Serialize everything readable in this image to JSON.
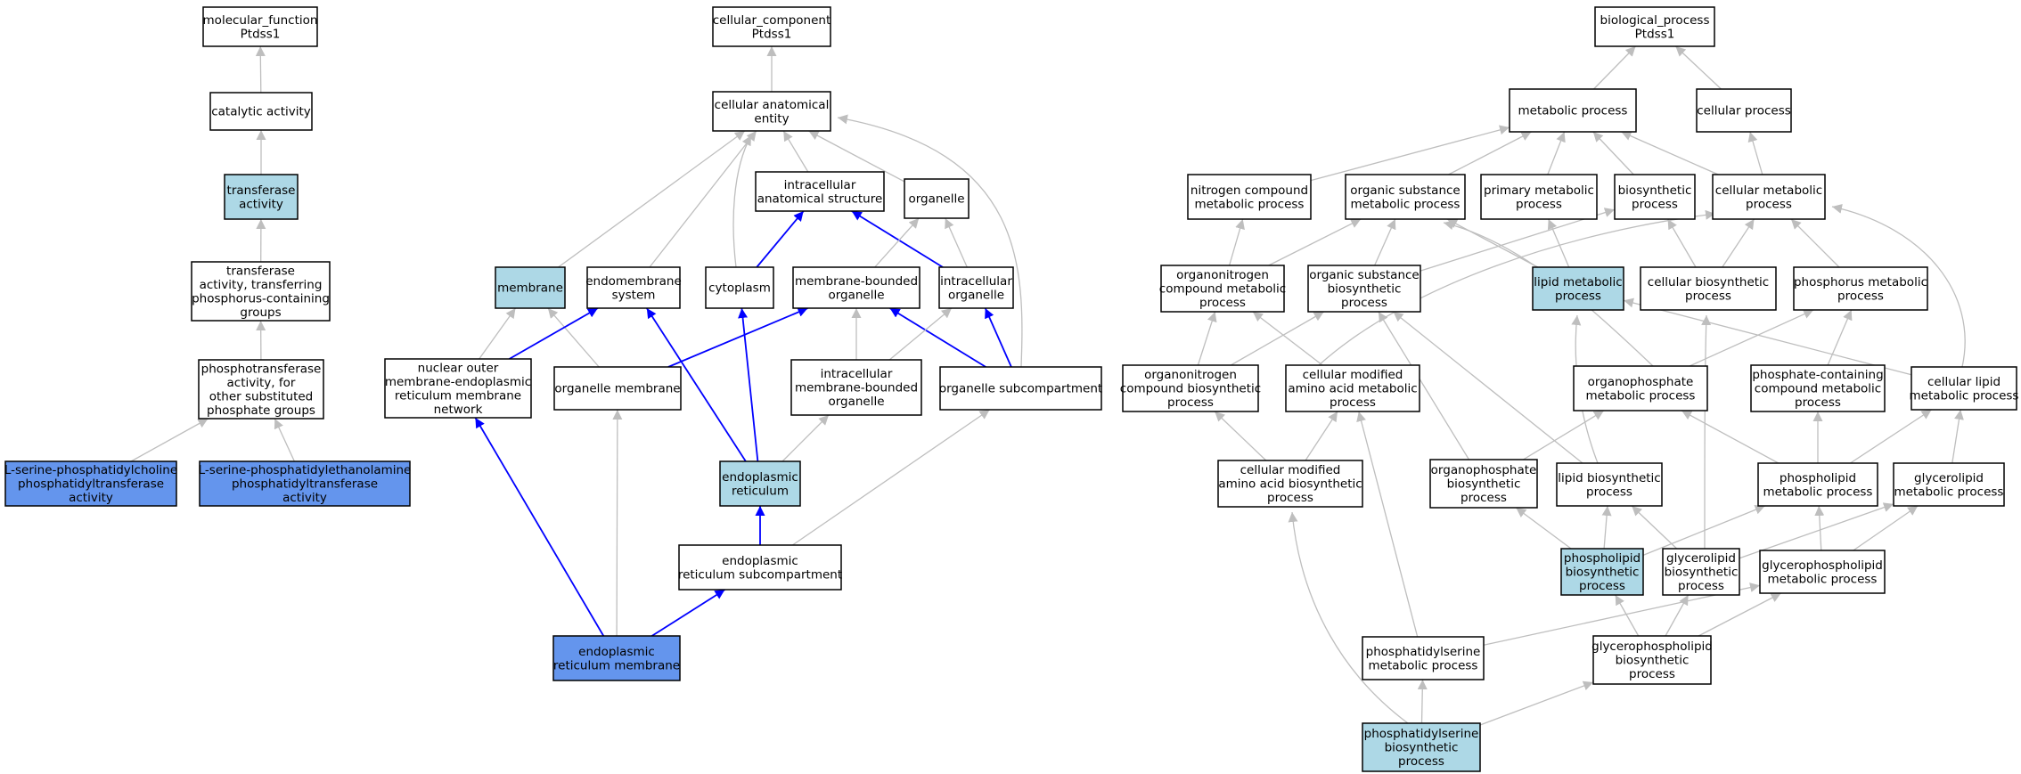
{
  "colors": {
    "default_fill": "#ffffff",
    "highlight_fill": "#add8e6",
    "annotated_fill": "#6495ed",
    "edge_grey": "#bebebe",
    "edge_blue": "#0000ff"
  },
  "nodes": {
    "mf_root": {
      "lines": [
        "molecular_function",
        "Ptdss1"
      ],
      "style": "default"
    },
    "catalytic_activity": {
      "lines": [
        "catalytic activity"
      ],
      "style": "default"
    },
    "transferase_activity": {
      "lines": [
        "transferase",
        "activity"
      ],
      "style": "highlight"
    },
    "transferase_phosphorus": {
      "lines": [
        "transferase",
        "activity, transferring",
        "phosphorus-containing",
        "groups"
      ],
      "style": "default"
    },
    "phosphotransferase": {
      "lines": [
        "phosphotransferase",
        "activity, for",
        "other substituted",
        "phosphate groups"
      ],
      "style": "default"
    },
    "ps_choline": {
      "lines": [
        "L-serine-phosphatidylcholine",
        "phosphatidyltransferase",
        "activity"
      ],
      "style": "annotated"
    },
    "ps_ethanolamine": {
      "lines": [
        "L-serine-phosphatidylethanolamine",
        "phosphatidyltransferase",
        "activity"
      ],
      "style": "annotated"
    },
    "cc_root": {
      "lines": [
        "cellular_component",
        "Ptdss1"
      ],
      "style": "default"
    },
    "cellular_anatomical_entity": {
      "lines": [
        "cellular anatomical",
        "entity"
      ],
      "style": "default"
    },
    "intracellular_anatomical_structure": {
      "lines": [
        "intracellular",
        "anatomical structure"
      ],
      "style": "default"
    },
    "organelle": {
      "lines": [
        "organelle"
      ],
      "style": "default"
    },
    "membrane": {
      "lines": [
        "membrane"
      ],
      "style": "highlight"
    },
    "endomembrane_system": {
      "lines": [
        "endomembrane",
        "system"
      ],
      "style": "default"
    },
    "cytoplasm": {
      "lines": [
        "cytoplasm"
      ],
      "style": "default"
    },
    "membrane_bounded_organelle": {
      "lines": [
        "membrane-bounded",
        "organelle"
      ],
      "style": "default"
    },
    "intracellular_organelle": {
      "lines": [
        "intracellular",
        "organelle"
      ],
      "style": "default"
    },
    "nuclear_outer_membrane_network": {
      "lines": [
        "nuclear outer",
        "membrane-endoplasmic",
        "reticulum membrane",
        "network"
      ],
      "style": "default"
    },
    "organelle_membrane": {
      "lines": [
        "organelle membrane"
      ],
      "style": "default"
    },
    "intracellular_mbo": {
      "lines": [
        "intracellular",
        "membrane-bounded",
        "organelle"
      ],
      "style": "default"
    },
    "organelle_subcompartment": {
      "lines": [
        "organelle subcompartment"
      ],
      "style": "default"
    },
    "endoplasmic_reticulum": {
      "lines": [
        "endoplasmic",
        "reticulum"
      ],
      "style": "highlight"
    },
    "er_subcompartment": {
      "lines": [
        "endoplasmic",
        "reticulum subcompartment"
      ],
      "style": "default"
    },
    "er_membrane": {
      "lines": [
        "endoplasmic",
        "reticulum membrane"
      ],
      "style": "annotated"
    },
    "bp_root": {
      "lines": [
        "biological_process",
        "Ptdss1"
      ],
      "style": "default"
    },
    "metabolic_process": {
      "lines": [
        "metabolic process"
      ],
      "style": "default"
    },
    "cellular_process": {
      "lines": [
        "cellular process"
      ],
      "style": "default"
    },
    "nitrogen_compound_mp": {
      "lines": [
        "nitrogen compound",
        "metabolic process"
      ],
      "style": "default"
    },
    "organic_substance_mp": {
      "lines": [
        "organic substance",
        "metabolic process"
      ],
      "style": "default"
    },
    "primary_mp": {
      "lines": [
        "primary metabolic",
        "process"
      ],
      "style": "default"
    },
    "biosynthetic_process": {
      "lines": [
        "biosynthetic",
        "process"
      ],
      "style": "default"
    },
    "cellular_mp": {
      "lines": [
        "cellular metabolic",
        "process"
      ],
      "style": "default"
    },
    "organonitrogen_mp": {
      "lines": [
        "organonitrogen",
        "compound metabolic",
        "process"
      ],
      "style": "default"
    },
    "organic_substance_bp": {
      "lines": [
        "organic substance",
        "biosynthetic",
        "process"
      ],
      "style": "default"
    },
    "lipid_mp": {
      "lines": [
        "lipid metabolic",
        "process"
      ],
      "style": "highlight"
    },
    "cellular_bp": {
      "lines": [
        "cellular biosynthetic",
        "process"
      ],
      "style": "default"
    },
    "phosphorus_mp": {
      "lines": [
        "phosphorus metabolic",
        "process"
      ],
      "style": "default"
    },
    "organonitrogen_bp": {
      "lines": [
        "organonitrogen",
        "compound biosynthetic",
        "process"
      ],
      "style": "default"
    },
    "cellular_modified_aa_mp": {
      "lines": [
        "cellular modified",
        "amino acid metabolic",
        "process"
      ],
      "style": "default"
    },
    "organophosphate_mp": {
      "lines": [
        "organophosphate",
        "metabolic process"
      ],
      "style": "default"
    },
    "phosphate_containing_mp": {
      "lines": [
        "phosphate-containing",
        "compound metabolic",
        "process"
      ],
      "style": "default"
    },
    "cellular_lipid_mp": {
      "lines": [
        "cellular lipid",
        "metabolic process"
      ],
      "style": "default"
    },
    "cellular_modified_aa_bp": {
      "lines": [
        "cellular modified",
        "amino acid biosynthetic",
        "process"
      ],
      "style": "default"
    },
    "organophosphate_bp": {
      "lines": [
        "organophosphate",
        "biosynthetic",
        "process"
      ],
      "style": "default"
    },
    "lipid_bp": {
      "lines": [
        "lipid biosynthetic",
        "process"
      ],
      "style": "default"
    },
    "phospholipid_mp": {
      "lines": [
        "phospholipid",
        "metabolic process"
      ],
      "style": "default"
    },
    "glycerolipid_mp": {
      "lines": [
        "glycerolipid",
        "metabolic process"
      ],
      "style": "default"
    },
    "phospholipid_bp": {
      "lines": [
        "phospholipid",
        "biosynthetic",
        "process"
      ],
      "style": "highlight"
    },
    "glycerolipid_bp": {
      "lines": [
        "glycerolipid",
        "biosynthetic",
        "process"
      ],
      "style": "default"
    },
    "glycerophospholipid_mp": {
      "lines": [
        "glycerophospholipid",
        "metabolic process"
      ],
      "style": "default"
    },
    "phosphatidylserine_mp": {
      "lines": [
        "phosphatidylserine",
        "metabolic process"
      ],
      "style": "default"
    },
    "glycerophospholipid_bp": {
      "lines": [
        "glycerophospholipid",
        "biosynthetic",
        "process"
      ],
      "style": "default"
    },
    "phosphatidylserine_bp": {
      "lines": [
        "phosphatidylserine",
        "biosynthetic",
        "process"
      ],
      "style": "highlight"
    }
  },
  "edges": [
    {
      "from": "catalytic_activity",
      "to": "mf_root",
      "color": "grey"
    },
    {
      "from": "transferase_activity",
      "to": "catalytic_activity",
      "color": "grey"
    },
    {
      "from": "transferase_phosphorus",
      "to": "transferase_activity",
      "color": "grey"
    },
    {
      "from": "phosphotransferase",
      "to": "transferase_phosphorus",
      "color": "grey"
    },
    {
      "from": "ps_choline",
      "to": "phosphotransferase",
      "color": "grey"
    },
    {
      "from": "ps_ethanolamine",
      "to": "phosphotransferase",
      "color": "grey"
    },
    {
      "from": "cellular_anatomical_entity",
      "to": "cc_root",
      "color": "grey"
    },
    {
      "from": "intracellular_anatomical_structure",
      "to": "cellular_anatomical_entity",
      "color": "grey"
    },
    {
      "from": "organelle",
      "to": "cellular_anatomical_entity",
      "color": "grey"
    },
    {
      "from": "membrane",
      "to": "cellular_anatomical_entity",
      "color": "grey"
    },
    {
      "from": "endomembrane_system",
      "to": "cellular_anatomical_entity",
      "color": "grey"
    },
    {
      "from": "cytoplasm",
      "to": "cellular_anatomical_entity",
      "color": "grey"
    },
    {
      "from": "organelle_subcompartment",
      "to": "cellular_anatomical_entity",
      "color": "grey"
    },
    {
      "from": "cytoplasm",
      "to": "intracellular_anatomical_structure",
      "color": "blue"
    },
    {
      "from": "intracellular_organelle",
      "to": "intracellular_anatomical_structure",
      "color": "blue"
    },
    {
      "from": "membrane_bounded_organelle",
      "to": "organelle",
      "color": "grey"
    },
    {
      "from": "intracellular_organelle",
      "to": "organelle",
      "color": "grey"
    },
    {
      "from": "nuclear_outer_membrane_network",
      "to": "membrane",
      "color": "grey"
    },
    {
      "from": "organelle_membrane",
      "to": "membrane",
      "color": "grey"
    },
    {
      "from": "nuclear_outer_membrane_network",
      "to": "endomembrane_system",
      "color": "blue"
    },
    {
      "from": "endoplasmic_reticulum",
      "to": "endomembrane_system",
      "color": "blue"
    },
    {
      "from": "endoplasmic_reticulum",
      "to": "cytoplasm",
      "color": "blue"
    },
    {
      "from": "organelle_membrane",
      "to": "membrane_bounded_organelle",
      "color": "blue"
    },
    {
      "from": "organelle_subcompartment",
      "to": "membrane_bounded_organelle",
      "color": "blue"
    },
    {
      "from": "intracellular_mbo",
      "to": "membrane_bounded_organelle",
      "color": "grey"
    },
    {
      "from": "organelle_subcompartment",
      "to": "intracellular_organelle",
      "color": "blue"
    },
    {
      "from": "intracellular_mbo",
      "to": "intracellular_organelle",
      "color": "grey"
    },
    {
      "from": "endoplasmic_reticulum",
      "to": "intracellular_mbo",
      "color": "grey"
    },
    {
      "from": "er_subcompartment",
      "to": "endoplasmic_reticulum",
      "color": "blue"
    },
    {
      "from": "er_subcompartment",
      "to": "organelle_subcompartment",
      "color": "grey"
    },
    {
      "from": "er_membrane",
      "to": "er_subcompartment",
      "color": "blue"
    },
    {
      "from": "er_membrane",
      "to": "nuclear_outer_membrane_network",
      "color": "blue"
    },
    {
      "from": "er_membrane",
      "to": "organelle_membrane",
      "color": "grey"
    },
    {
      "from": "metabolic_process",
      "to": "bp_root",
      "color": "grey"
    },
    {
      "from": "cellular_process",
      "to": "bp_root",
      "color": "grey"
    },
    {
      "from": "nitrogen_compound_mp",
      "to": "metabolic_process",
      "color": "grey"
    },
    {
      "from": "organic_substance_mp",
      "to": "metabolic_process",
      "color": "grey"
    },
    {
      "from": "primary_mp",
      "to": "metabolic_process",
      "color": "grey"
    },
    {
      "from": "biosynthetic_process",
      "to": "metabolic_process",
      "color": "grey"
    },
    {
      "from": "cellular_mp",
      "to": "metabolic_process",
      "color": "grey"
    },
    {
      "from": "cellular_mp",
      "to": "cellular_process",
      "color": "grey"
    },
    {
      "from": "organonitrogen_mp",
      "to": "nitrogen_compound_mp",
      "color": "grey"
    },
    {
      "from": "organonitrogen_mp",
      "to": "organic_substance_mp",
      "color": "grey"
    },
    {
      "from": "organic_substance_bp",
      "to": "organic_substance_mp",
      "color": "grey"
    },
    {
      "from": "lipid_mp",
      "to": "organic_substance_mp",
      "color": "grey"
    },
    {
      "from": "organophosphate_mp",
      "to": "organic_substance_mp",
      "color": "grey"
    },
    {
      "from": "lipid_mp",
      "to": "primary_mp",
      "color": "grey"
    },
    {
      "from": "organic_substance_bp",
      "to": "biosynthetic_process",
      "color": "grey"
    },
    {
      "from": "cellular_bp",
      "to": "biosynthetic_process",
      "color": "grey"
    },
    {
      "from": "cellular_bp",
      "to": "cellular_mp",
      "color": "grey"
    },
    {
      "from": "phosphorus_mp",
      "to": "cellular_mp",
      "color": "grey"
    },
    {
      "from": "cellular_modified_aa_mp",
      "to": "cellular_mp",
      "color": "grey"
    },
    {
      "from": "cellular_lipid_mp",
      "to": "cellular_mp",
      "color": "grey"
    },
    {
      "from": "organonitrogen_bp",
      "to": "organonitrogen_mp",
      "color": "grey"
    },
    {
      "from": "cellular_modified_aa_mp",
      "to": "organonitrogen_mp",
      "color": "grey"
    },
    {
      "from": "organonitrogen_bp",
      "to": "organic_substance_bp",
      "color": "grey"
    },
    {
      "from": "organophosphate_bp",
      "to": "organic_substance_bp",
      "color": "grey"
    },
    {
      "from": "lipid_bp",
      "to": "organic_substance_bp",
      "color": "grey"
    },
    {
      "from": "lipid_bp",
      "to": "lipid_mp",
      "color": "grey"
    },
    {
      "from": "cellular_lipid_mp",
      "to": "lipid_mp",
      "color": "grey"
    },
    {
      "from": "glycerolipid_bp",
      "to": "cellular_bp",
      "color": "grey"
    },
    {
      "from": "organophosphate_mp",
      "to": "phosphorus_mp",
      "color": "grey"
    },
    {
      "from": "phosphate_containing_mp",
      "to": "phosphorus_mp",
      "color": "grey"
    },
    {
      "from": "cellular_modified_aa_bp",
      "to": "organonitrogen_bp",
      "color": "grey"
    },
    {
      "from": "cellular_modified_aa_bp",
      "to": "cellular_modified_aa_mp",
      "color": "grey"
    },
    {
      "from": "phosphatidylserine_mp",
      "to": "cellular_modified_aa_mp",
      "color": "grey"
    },
    {
      "from": "organophosphate_bp",
      "to": "organophosphate_mp",
      "color": "grey"
    },
    {
      "from": "phospholipid_mp",
      "to": "organophosphate_mp",
      "color": "grey"
    },
    {
      "from": "phospholipid_mp",
      "to": "phosphate_containing_mp",
      "color": "grey"
    },
    {
      "from": "phospholipid_mp",
      "to": "cellular_lipid_mp",
      "color": "grey"
    },
    {
      "from": "glycerolipid_mp",
      "to": "cellular_lipid_mp",
      "color": "grey"
    },
    {
      "from": "phosphatidylserine_bp",
      "to": "cellular_modified_aa_bp",
      "color": "grey"
    },
    {
      "from": "phospholipid_bp",
      "to": "organophosphate_bp",
      "color": "grey"
    },
    {
      "from": "phospholipid_bp",
      "to": "lipid_bp",
      "color": "grey"
    },
    {
      "from": "glycerolipid_bp",
      "to": "lipid_bp",
      "color": "grey"
    },
    {
      "from": "phospholipid_bp",
      "to": "phospholipid_mp",
      "color": "grey"
    },
    {
      "from": "glycerophospholipid_mp",
      "to": "phospholipid_mp",
      "color": "grey"
    },
    {
      "from": "glycerolipid_bp",
      "to": "glycerolipid_mp",
      "color": "grey"
    },
    {
      "from": "glycerophospholipid_mp",
      "to": "glycerolipid_mp",
      "color": "grey"
    },
    {
      "from": "glycerophospholipid_bp",
      "to": "phospholipid_bp",
      "color": "grey"
    },
    {
      "from": "glycerophospholipid_bp",
      "to": "glycerolipid_bp",
      "color": "grey"
    },
    {
      "from": "glycerophospholipid_bp",
      "to": "glycerophospholipid_mp",
      "color": "grey"
    },
    {
      "from": "phosphatidylserine_mp",
      "to": "glycerophospholipid_mp",
      "color": "grey"
    },
    {
      "from": "phosphatidylserine_bp",
      "to": "phosphatidylserine_mp",
      "color": "grey"
    },
    {
      "from": "phosphatidylserine_bp",
      "to": "glycerophospholipid_bp",
      "color": "grey"
    }
  ]
}
